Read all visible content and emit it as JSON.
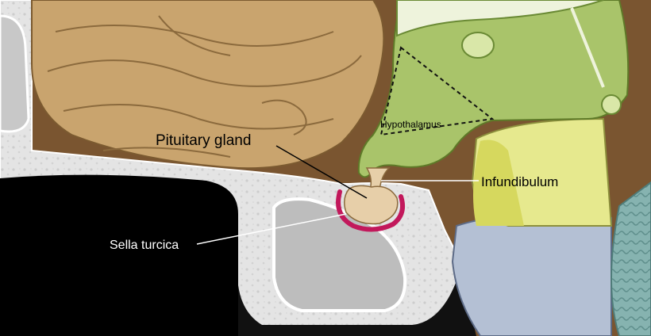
{
  "labels": {
    "pituitary": "Pituitary gland",
    "hypothalamus": "Hypothalamus",
    "infundibulum": "Infundibulum",
    "sella": "Sella turcica"
  },
  "colors": {
    "cerebrum": "#c9a46e",
    "bone": "#e3e3e3",
    "sinus": "#cfcfcf",
    "hypothalamus": "#a9c46a",
    "brainstem_upper": "#e6e98e",
    "brainstem_lower": "#b4c0d4",
    "highlight": "#c2185b",
    "background": "#8a6236"
  }
}
